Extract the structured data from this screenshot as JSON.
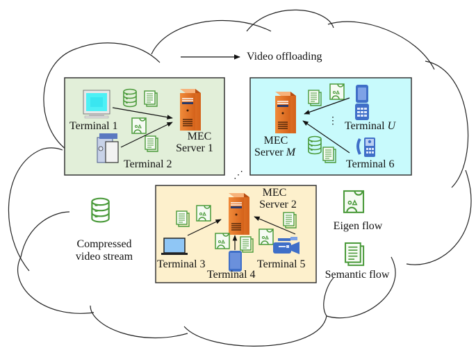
{
  "diagram": {
    "title_legend": {
      "arrow_label": "Video offloading"
    },
    "colors": {
      "cluster1_bg": "#e2efd9",
      "clusterM_bg": "#c8fafc",
      "cluster2_bg": "#fdf0cc",
      "flow_icon": "#4a9a3a",
      "server": "#e07020",
      "device_blue": "#3f6fc8",
      "cloud_stroke": "#222222"
    },
    "clusters": [
      {
        "id": "cluster-1",
        "server_label_line1": "MEC",
        "server_label_line2": "Server 1",
        "terminals": [
          "Terminal 1",
          "Terminal 2"
        ]
      },
      {
        "id": "cluster-m",
        "server_label_line1": "MEC",
        "server_label_line2_prefix": "Server ",
        "server_label_line2_var": "M",
        "terminals_u_prefix": "Terminal ",
        "terminals_u_var": "U",
        "terminals": [
          "Terminal 6"
        ],
        "ellipsis": "⋮"
      },
      {
        "id": "cluster-2",
        "server_label_line1": "MEC",
        "server_label_line2": "Server 2",
        "terminals": [
          "Terminal 3",
          "Terminal 4",
          "Terminal 5"
        ]
      }
    ],
    "between_clusters_ellipsis": "⋰",
    "legend": {
      "compressed_line1": "Compressed",
      "compressed_line2": "video stream",
      "eigen": "Eigen flow",
      "semantic": "Semantic flow"
    }
  }
}
